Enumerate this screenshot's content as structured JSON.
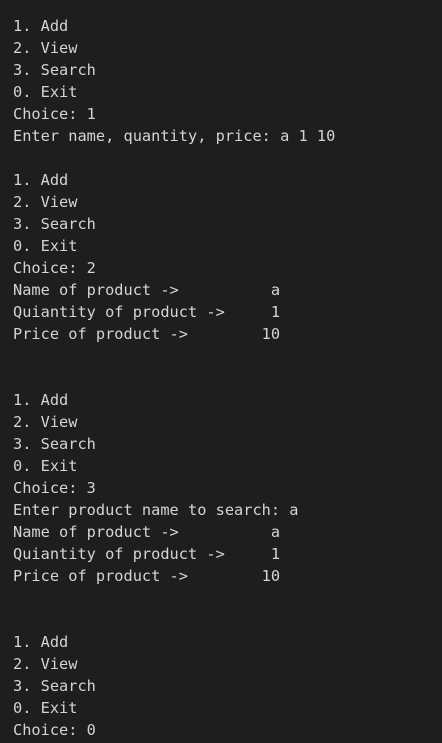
{
  "terminal": {
    "lines": [
      "1. Add",
      "2. View",
      "3. Search",
      "0. Exit",
      "Choice: 1",
      "Enter name, quantity, price: a 1 10",
      "",
      "1. Add",
      "2. View",
      "3. Search",
      "0. Exit",
      "Choice: 2",
      "Name of product ->          a",
      "Quiantity of product ->     1",
      "Price of product ->        10",
      "",
      "",
      "1. Add",
      "2. View",
      "3. Search",
      "0. Exit",
      "Choice: 3",
      "Enter product name to search: a",
      "Name of product ->          a",
      "Quiantity of product ->     1",
      "Price of product ->        10",
      "",
      "",
      "1. Add",
      "2. View",
      "3. Search",
      "0. Exit",
      "Choice: 0"
    ]
  }
}
